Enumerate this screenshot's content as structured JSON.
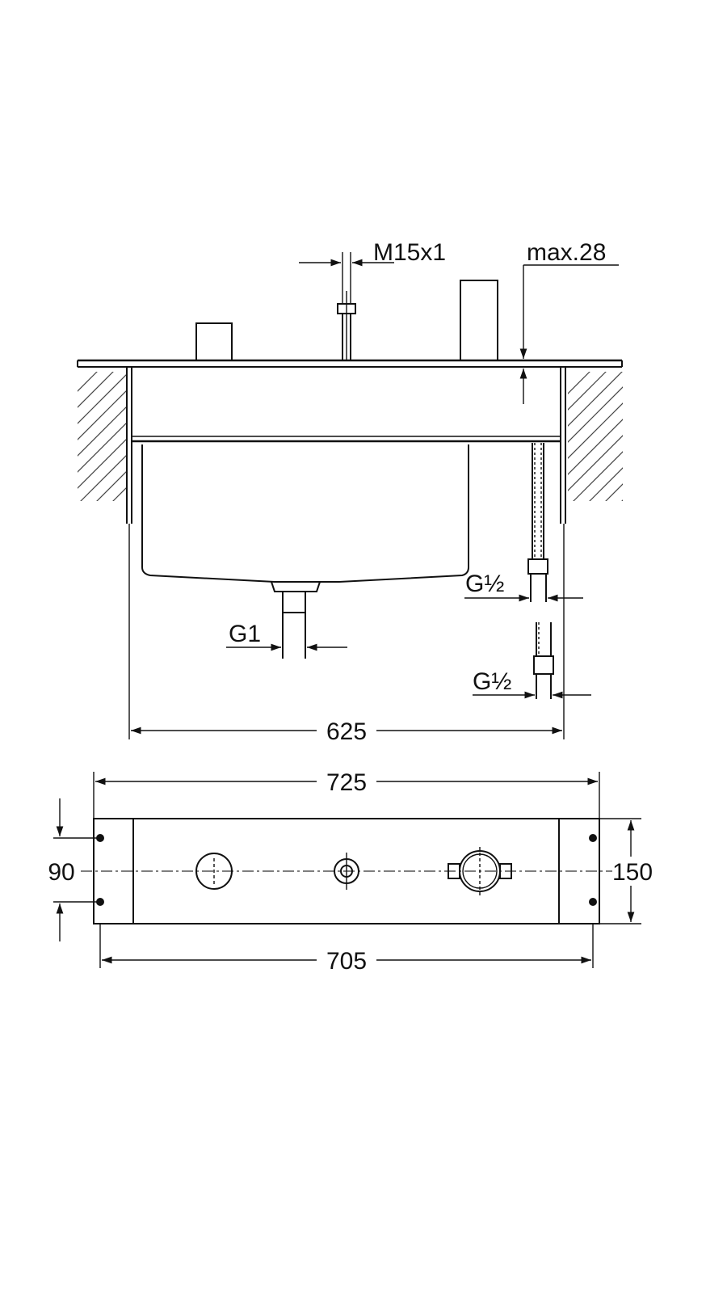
{
  "diagram": {
    "top_view": {
      "labels": {
        "thread": "M15x1",
        "max_depth": "max.28",
        "outlet_left": "G½",
        "outlet_right": "G½",
        "drain": "G1",
        "width_inner": "625"
      }
    },
    "bottom_view": {
      "labels": {
        "width_outer": "725",
        "width_holes": "705",
        "hole_spacing": "90",
        "height": "150"
      }
    }
  }
}
